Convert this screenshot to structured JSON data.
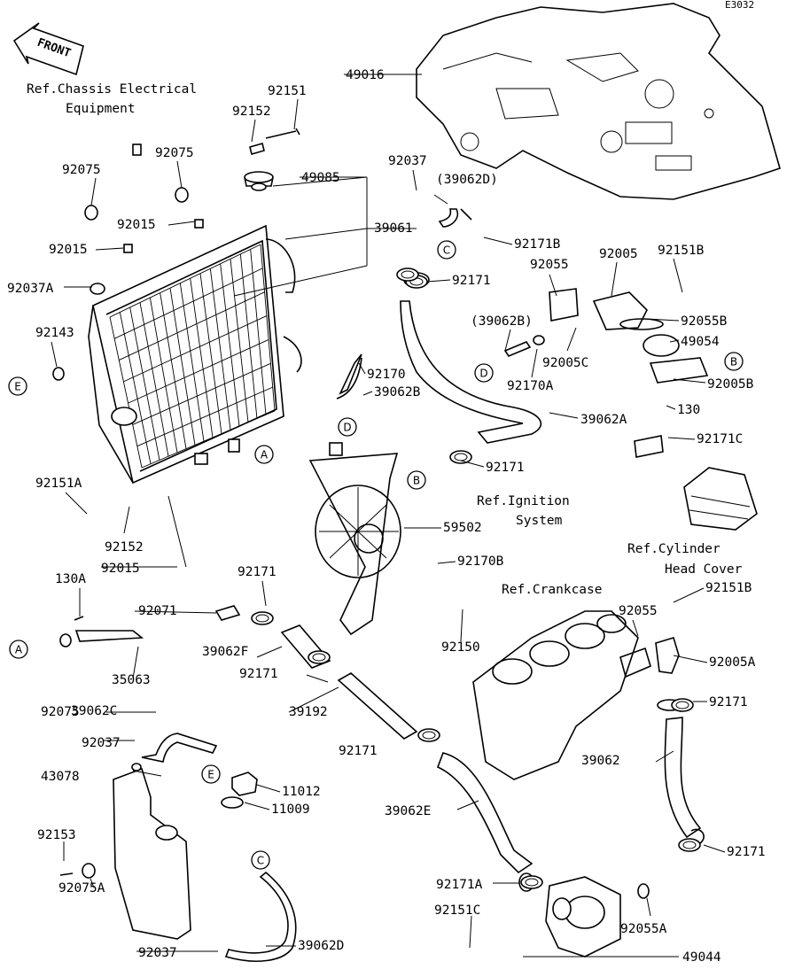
{
  "diagram": {
    "code": "E3032",
    "front_label": "FRONT",
    "refs": {
      "chassis_electrical_1": "Ref.Chassis Electrical",
      "chassis_electrical_2": "Equipment",
      "ignition_1": "Ref.Ignition",
      "ignition_2": "System",
      "cylinder_head_1": "Ref.Cylinder",
      "cylinder_head_2": "Head Cover",
      "crankcase": "Ref.Crankcase"
    },
    "part_labels": [
      "49016",
      "92151",
      "92152",
      "92075",
      "92075",
      "49085",
      "92037",
      "(39062D)",
      "92015",
      "39061",
      "92015",
      "92171B",
      "92037A",
      "92055",
      "92005",
      "92151B",
      "92171",
      "(39062B)",
      "92055B",
      "92143",
      "49054",
      "92170",
      "39062B",
      "92005C",
      "92170A",
      "92005B",
      "130",
      "39062A",
      "92171C",
      "92171",
      "92151A",
      "59502",
      "92152",
      "92015",
      "92170B",
      "92171",
      "130A",
      "92071",
      "92150",
      "39062F",
      "92171",
      "35063",
      "92075",
      "39192",
      "39062C",
      "92037",
      "92171",
      "43078",
      "11012",
      "11009",
      "39062E",
      "92153",
      "92075A",
      "92171A",
      "92151C",
      "92037",
      "39062D",
      "92151B",
      "92055",
      "92005A",
      "92171",
      "39062",
      "92171",
      "92055A",
      "49044"
    ],
    "callouts": [
      "A",
      "A",
      "B",
      "B",
      "C",
      "C",
      "D",
      "D",
      "E",
      "E"
    ]
  }
}
